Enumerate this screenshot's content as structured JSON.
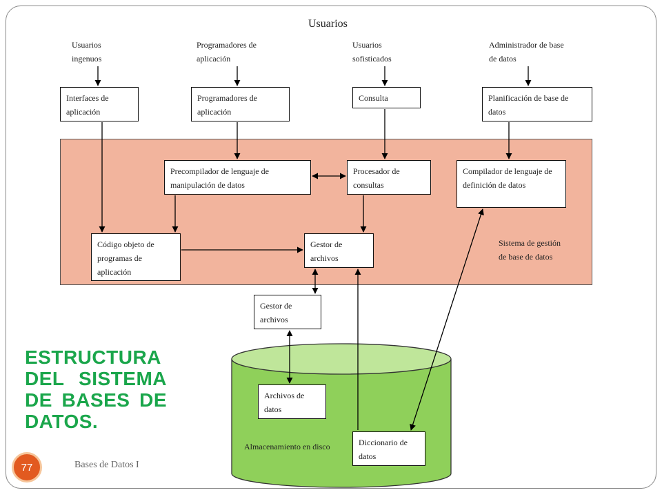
{
  "slide": {
    "heading_lines": [
      "ESTRUCTURA",
      "DEL SISTEMA",
      "DE BASES DE",
      "DATOS."
    ],
    "footer": "Bases de Datos I",
    "page_number": "77"
  },
  "diagram": {
    "top_title": "Usuarios",
    "users": [
      "Usuarios ingenuos",
      "Programadores de aplicación",
      "Usuarios sofisticados",
      "Administrador de base de datos"
    ],
    "interfaces": [
      "Interfaces de aplicación",
      "Programadores de aplicación",
      "Consulta",
      "Planificación de base de datos"
    ],
    "dbms": {
      "label": "Sistema de gestión de base de datos",
      "precompiler": "Precompilador de lenguaje de manipulación de datos",
      "query_processor": "Procesador de consultas",
      "ddl_compiler": "Compilador de lenguaje de definición de datos",
      "object_code": "Código objeto de programas de aplicación",
      "buffer_manager": "Gestor de archivos"
    },
    "file_manager": "Gestor de archivos",
    "storage": {
      "label": "Almacenamiento en disco",
      "data_files": "Archivos de datos",
      "dictionary": "Diccionario de datos"
    }
  },
  "colors": {
    "dbms_fill": "#f2b49d",
    "disk_fill": "#8fd05a",
    "disk_top": "#bfe69a",
    "heading": "#1aa64b",
    "badge": "#e25a20"
  }
}
